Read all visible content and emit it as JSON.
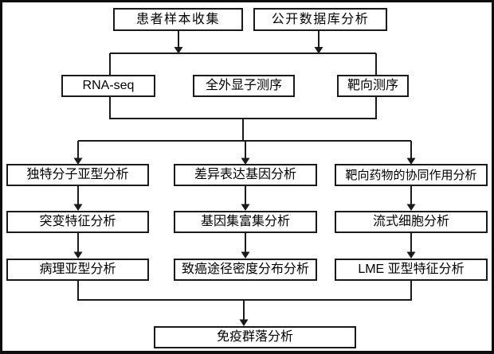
{
  "diagram": {
    "type": "flowchart",
    "background": "#ffffff",
    "frame_color": "#0d0d0d",
    "line_color": "#1a1a1a",
    "box_border_color": "#1a1a1a",
    "box_fill": "#ffffff",
    "text_color": "#000000"
  },
  "nodes": [
    {
      "id": "patient-sample-collection",
      "label": "患者样本收集"
    },
    {
      "id": "public-database-analysis",
      "label": "公开数据库分析"
    },
    {
      "id": "rna-seq",
      "label": "RNA-seq"
    },
    {
      "id": "whole-exome-sequencing",
      "label": "全外显子测序"
    },
    {
      "id": "targeted-sequencing",
      "label": "靶向测序"
    },
    {
      "id": "unique-molecular-subtype-analysis",
      "label": "独特分子亚型分析"
    },
    {
      "id": "differential-expression-gene-analysis",
      "label": "差异表达基因分析"
    },
    {
      "id": "targeted-drug-synergy-analysis",
      "label": "靶向药物的协同作用分析"
    },
    {
      "id": "mutation-signature-analysis",
      "label": "突变特征分析"
    },
    {
      "id": "gene-set-enrichment-analysis",
      "label": "基因集富集分析"
    },
    {
      "id": "flow-cytometry-analysis",
      "label": "流式细胞分析"
    },
    {
      "id": "pathological-subtype-analysis",
      "label": "病理亚型分析"
    },
    {
      "id": "oncogenic-pathway-density-analysis",
      "label": "致癌途径密度分布分析"
    },
    {
      "id": "lme-subtype-signature-analysis",
      "label": "LME 亚型特征分析"
    },
    {
      "id": "immune-community-analysis",
      "label": "免疫群落分析"
    }
  ],
  "edges": [
    {
      "from": "patient-sample-collection",
      "to": "sequencing-junction"
    },
    {
      "from": "public-database-analysis",
      "to": "sequencing-junction"
    },
    {
      "from": "sequencing-junction",
      "to": "rna-seq"
    },
    {
      "from": "sequencing-junction",
      "to": "targeted-sequencing"
    },
    {
      "from": "rna-seq",
      "to": "analysis-junction"
    },
    {
      "from": "targeted-sequencing",
      "to": "analysis-junction"
    },
    {
      "from": "analysis-junction",
      "to": "unique-molecular-subtype-analysis"
    },
    {
      "from": "analysis-junction",
      "to": "differential-expression-gene-analysis"
    },
    {
      "from": "analysis-junction",
      "to": "targeted-drug-synergy-analysis"
    },
    {
      "from": "unique-molecular-subtype-analysis",
      "to": "mutation-signature-analysis"
    },
    {
      "from": "differential-expression-gene-analysis",
      "to": "gene-set-enrichment-analysis"
    },
    {
      "from": "targeted-drug-synergy-analysis",
      "to": "flow-cytometry-analysis"
    },
    {
      "from": "mutation-signature-analysis",
      "to": "pathological-subtype-analysis"
    },
    {
      "from": "gene-set-enrichment-analysis",
      "to": "oncogenic-pathway-density-analysis"
    },
    {
      "from": "flow-cytometry-analysis",
      "to": "lme-subtype-signature-analysis"
    },
    {
      "from": "pathological-subtype-analysis",
      "to": "final-junction"
    },
    {
      "from": "lme-subtype-signature-analysis",
      "to": "final-junction"
    },
    {
      "from": "final-junction",
      "to": "immune-community-analysis"
    }
  ]
}
